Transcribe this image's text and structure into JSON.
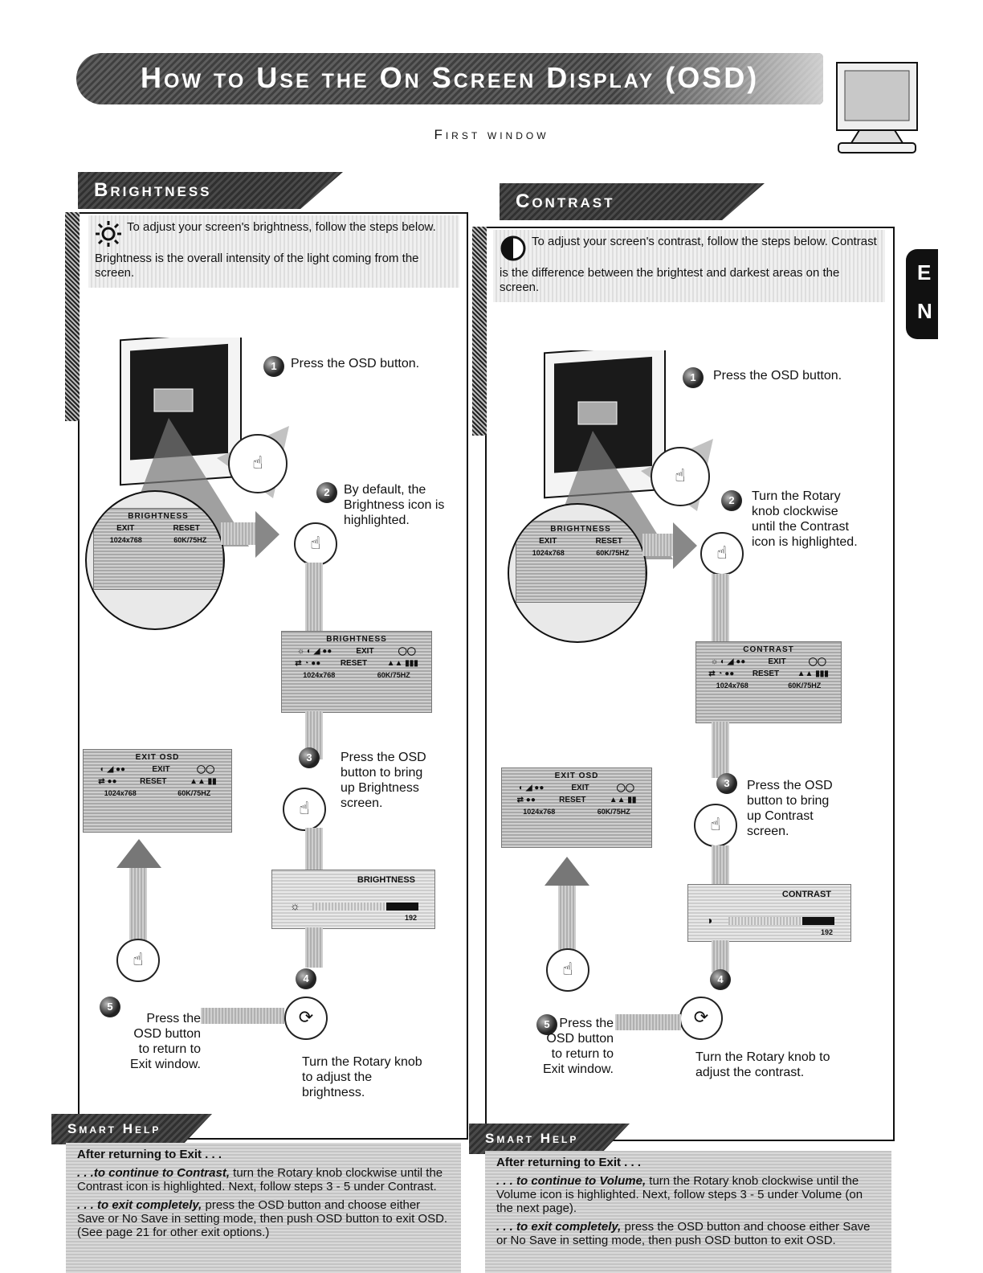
{
  "header": {
    "title": "How to Use the On Screen Display (OSD)",
    "subtitle": "First window"
  },
  "side_tab": {
    "letter_top": "E",
    "letter_bottom": "N"
  },
  "brightness": {
    "heading": "Brightness",
    "intro": "To adjust your screen's brightness, follow the steps below. Brightness is the overall intensity of the light coming from the screen.",
    "step1_num": "1",
    "step1": "Press the OSD button.",
    "step2_num": "2",
    "step2": "By default, the Brightness icon is highlighted.",
    "step3_num": "3",
    "step3": "Press the OSD button to bring up Brightness screen.",
    "step4_num": "4",
    "step4": "Turn the Rotary knob to adjust the brightness.",
    "step5_num": "5",
    "step5": "Press the OSD button to return to Exit window.",
    "osd_menu_title": "BRIGHTNESS",
    "osd_exit_title": "EXIT OSD",
    "osd_bar_title": "BRIGHTNESS",
    "osd_bar_value": "192",
    "osd_bar_level": 0.85,
    "osd_resolution": "1024x768",
    "osd_refresh": "60K/75HZ",
    "osd_exit_label": "EXIT",
    "osd_reset_label": "RESET"
  },
  "contrast": {
    "heading": "Contrast",
    "intro": "To adjust your screen's contrast, follow the steps below. Contrast is the difference between the brightest and darkest areas on the screen.",
    "step1_num": "1",
    "step1": "Press the OSD button.",
    "step2_num": "2",
    "step2": "Turn the Rotary knob clockwise until the Contrast icon is highlighted.",
    "step3_num": "3",
    "step3": "Press the OSD button to bring up Contrast screen.",
    "step4_num": "4",
    "step4": "Turn the Rotary knob to adjust the contrast.",
    "step5_num": "5",
    "step5": "Press the OSD button to return to Exit window.",
    "osd_menu_title": "CONTRAST",
    "osd_exit_title": "EXIT OSD",
    "osd_bar_title": "CONTRAST",
    "osd_bar_value": "192",
    "osd_bar_level": 0.85,
    "osd_resolution": "1024x768",
    "osd_refresh": "60K/75HZ",
    "osd_exit_label": "EXIT",
    "osd_reset_label": "RESET"
  },
  "help_left": {
    "heading": "Smart Help",
    "lead": "After returning to Exit . . .",
    "p1_em": ". . .to continue to Contrast,",
    "p1": "turn the Rotary knob clockwise until the Contrast icon is highlighted. Next, follow steps 3 - 5 under Contrast.",
    "p2_em": ". . . to exit completely,",
    "p2": "press the OSD button and choose either Save or No Save in setting mode, then push OSD button to exit OSD. (See page 21 for other exit options.)"
  },
  "help_right": {
    "heading": "Smart Help",
    "lead": "After returning to Exit . . .",
    "p1_em": ". . . to continue to Volume,",
    "p1": "turn the Rotary knob clockwise until the Volume icon is highlighted. Next, follow steps 3 - 5 under Volume (on the next page).",
    "p2_em": ". . . to exit completely,",
    "p2": "press the OSD button and choose either Save or No Save in setting mode, then push OSD button to exit OSD."
  },
  "colors": {
    "dark": "#111111",
    "banner": "#4a4a4a",
    "panel_bg": "#ffffff"
  },
  "icons": [
    "sun-icon",
    "contrast-half-circle-icon",
    "monitor-icon",
    "finger-press-icon",
    "rotary-knob-icon",
    "arrow-right-icon",
    "arrow-up-icon"
  ]
}
